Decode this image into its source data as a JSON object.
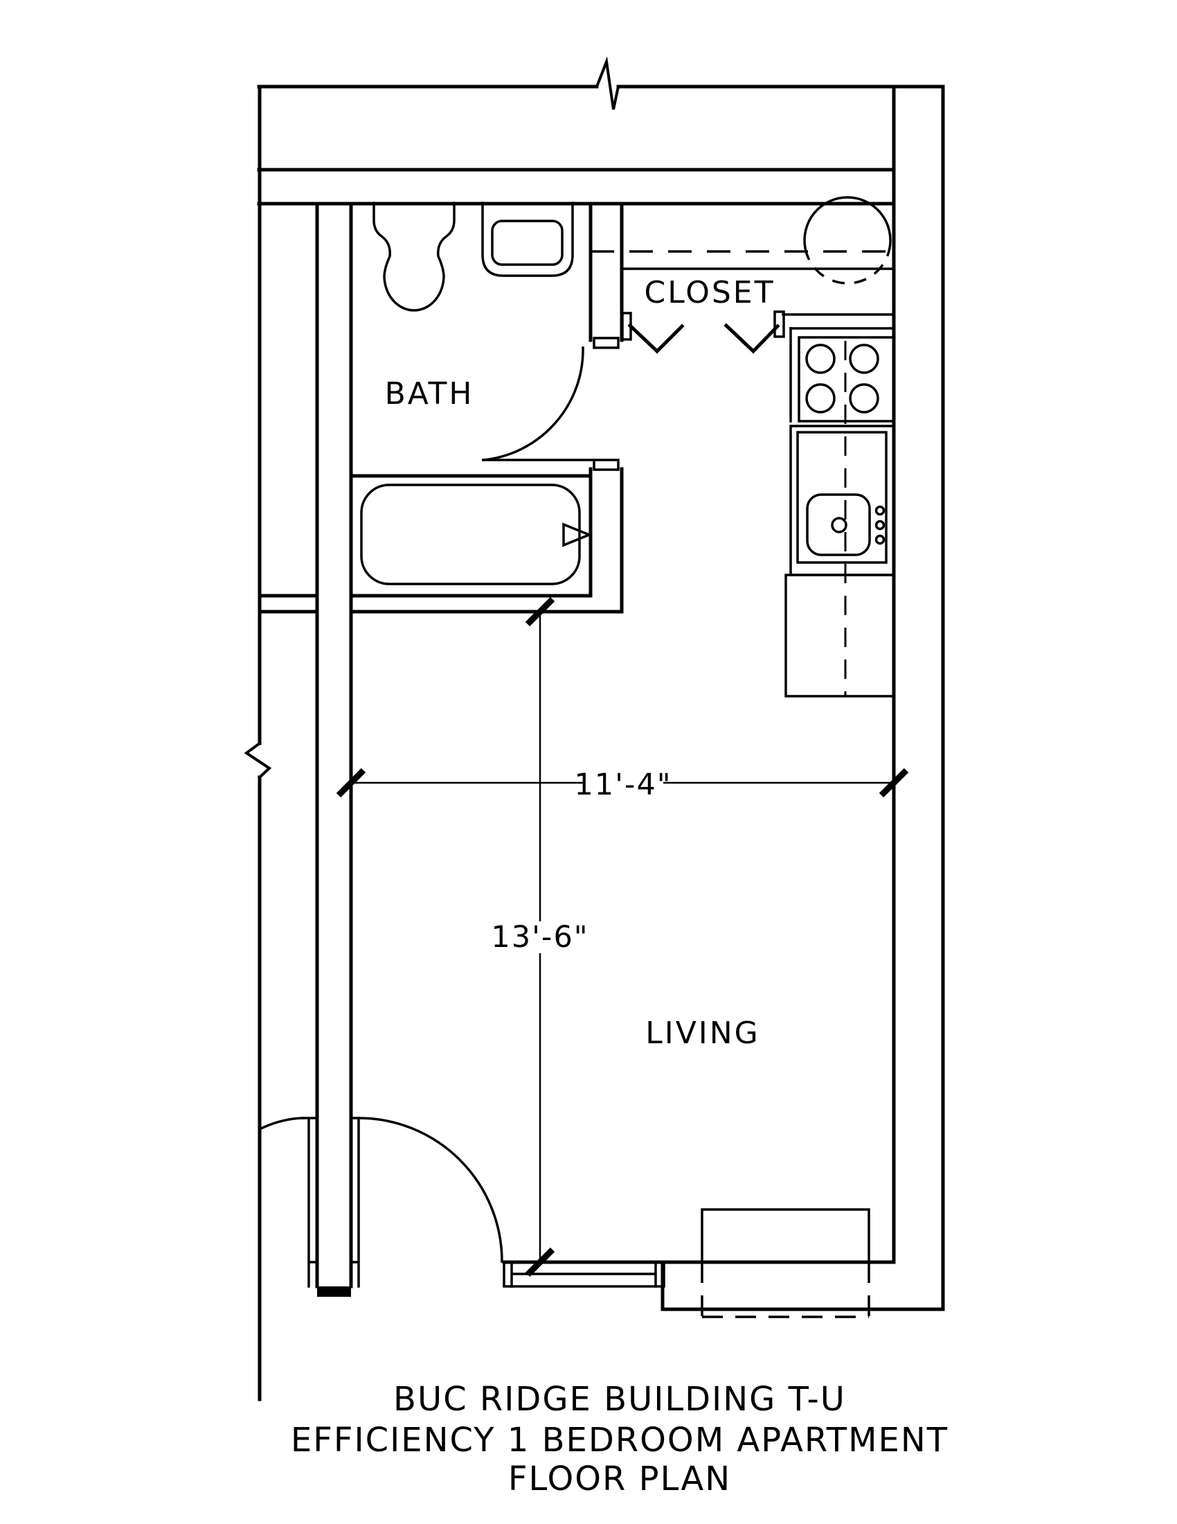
{
  "page": {
    "background_color": "#ffffff",
    "line_color": "#000000"
  },
  "plan": {
    "room_labels": {
      "bath": "BATH",
      "closet": "CLOSET",
      "living": "LIVING"
    },
    "dimensions": {
      "living_width": "11'-4\"",
      "living_length": "13'-6\""
    },
    "title": {
      "line1": "BUC RIDGE BUILDING T-U",
      "line2": "EFFICIENCY 1 BEDROOM APARTMENT",
      "line3": "FLOOR PLAN"
    },
    "fixtures": [
      "toilet",
      "lavatory-sink",
      "bathtub",
      "water-heater",
      "range-stove",
      "kitchen-sink",
      "refrigerator",
      "closet-bifold-doors",
      "bath-door",
      "entry-door",
      "furniture-bench"
    ]
  }
}
